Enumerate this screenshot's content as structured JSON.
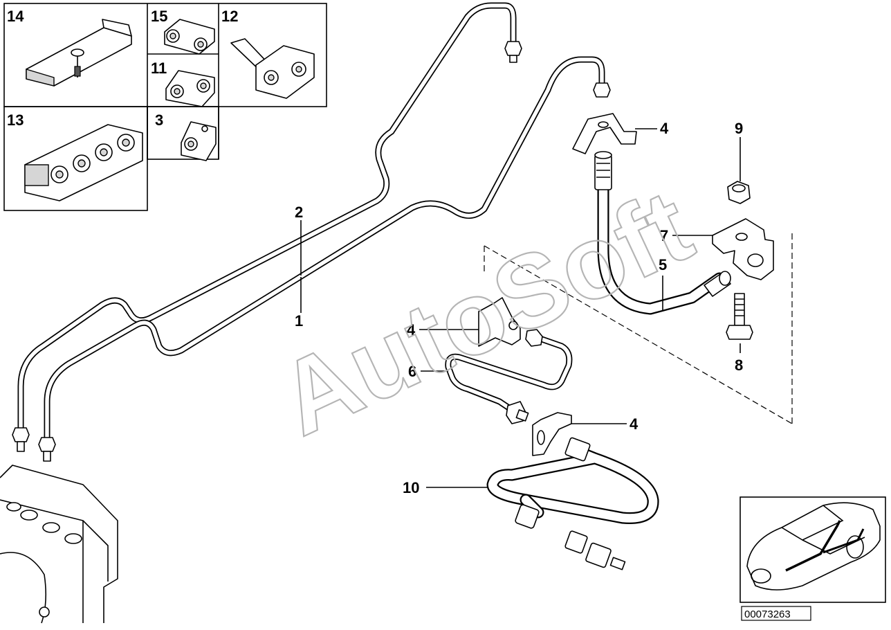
{
  "diagram": {
    "watermark": "AutoSoft",
    "reference_number": "00073263",
    "callouts": {
      "c1": "1",
      "c2": "2",
      "c3": "3",
      "c4a": "4",
      "c4b": "4",
      "c4c": "4",
      "c5": "5",
      "c6": "6",
      "c7": "7",
      "c8": "8",
      "c9": "9",
      "c10": "10",
      "c11": "11",
      "c12": "12",
      "c13": "13",
      "c14": "14",
      "c15": "15"
    }
  }
}
